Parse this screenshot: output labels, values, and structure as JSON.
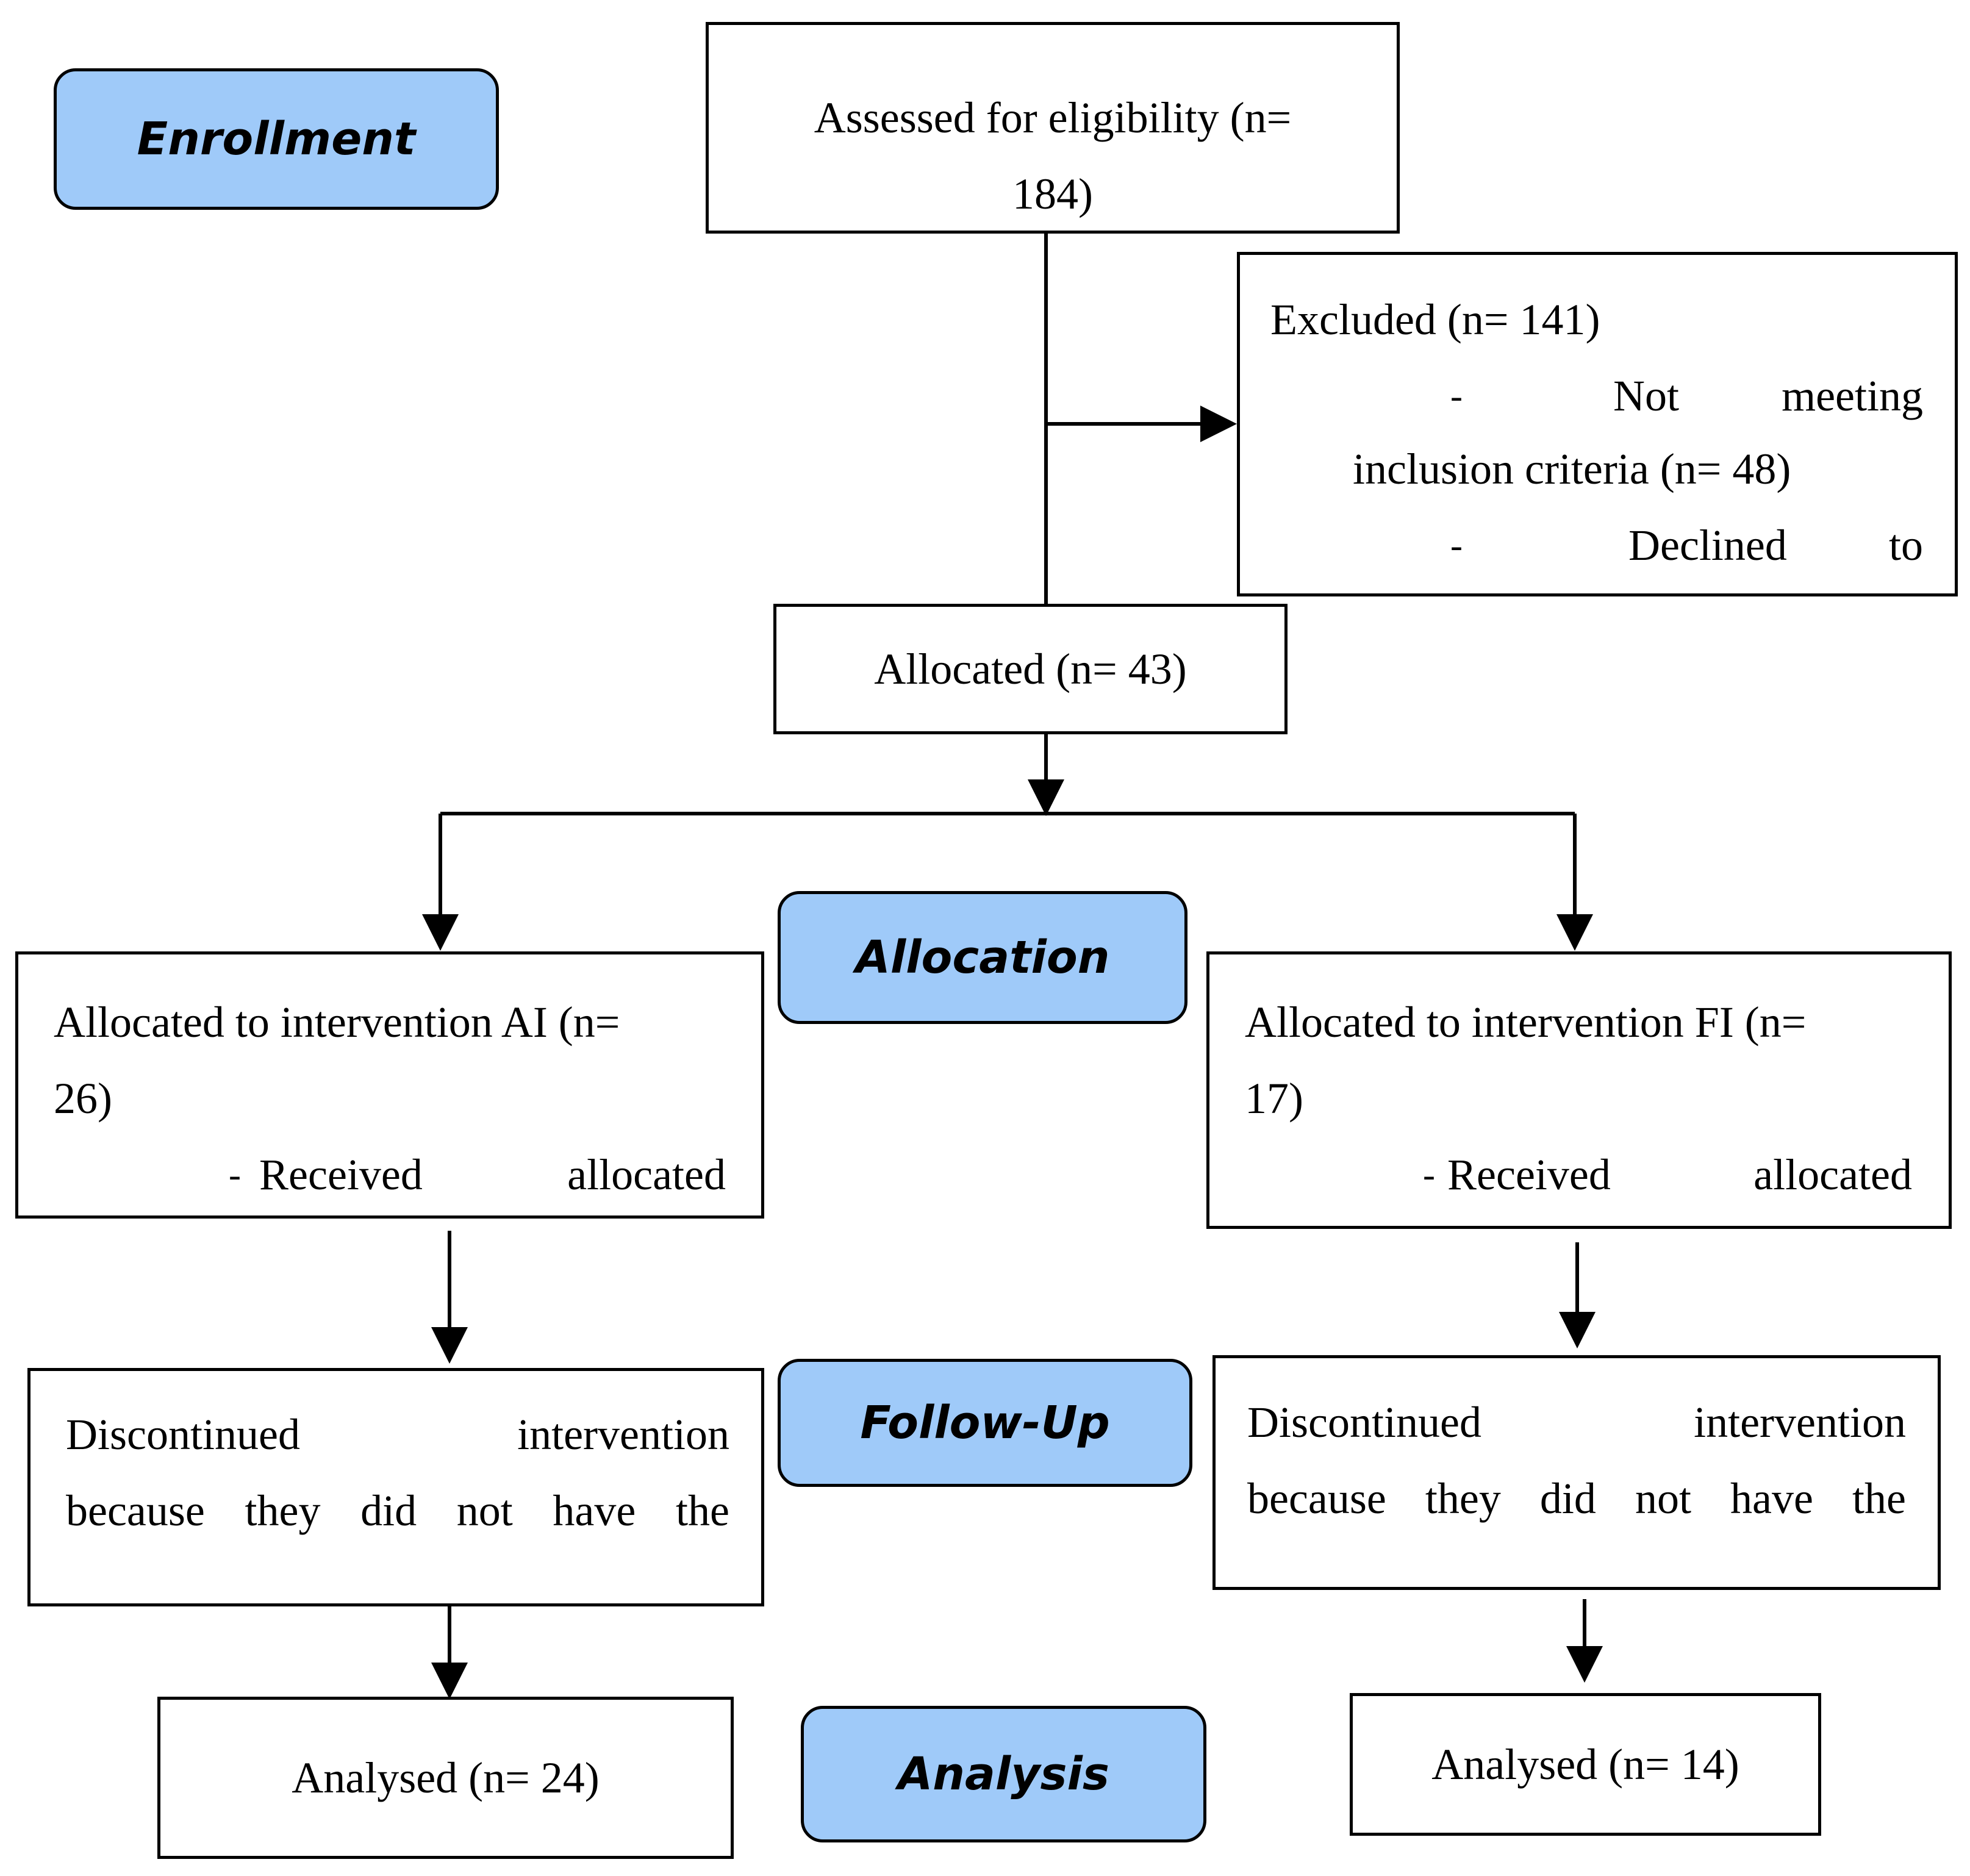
{
  "stages": {
    "enrollment": "Enrollment",
    "allocation": "Allocation",
    "followup": "Follow-Up",
    "analysis": "Analysis"
  },
  "assessed": {
    "line1": "Assessed for eligibility (n=",
    "line2": "184)"
  },
  "excluded": {
    "title": "Excluded (n= 141)",
    "bullet": "-",
    "item1_word1": "Not",
    "item1_word2": "meeting",
    "item1_line2": "inclusion criteria (n= 48)",
    "item2_word1": "Declined",
    "item2_word2": "to"
  },
  "allocated": {
    "label": "Allocated (n= 43)"
  },
  "arm_ai": {
    "line1": "Allocated to intervention AI (n=",
    "line2": "26)",
    "bullet": "-",
    "word1": "Received",
    "word2": "allocated"
  },
  "arm_fi": {
    "line1": "Allocated to intervention FI (n=",
    "line2": "17)",
    "bullet": "-",
    "word1": "Received",
    "word2": "allocated"
  },
  "discontinued_ai": {
    "word1": "Discontinued",
    "word2": "intervention",
    "line2": [
      "because",
      "they",
      "did",
      "not",
      "have",
      "the"
    ]
  },
  "discontinued_fi": {
    "word1": "Discontinued",
    "word2": "intervention",
    "line2": [
      "because",
      "they",
      "did",
      "not",
      "have",
      "the"
    ]
  },
  "analysed_ai": {
    "label": "Analysed (n= 24)"
  },
  "analysed_fi": {
    "label": "Analysed (n= 14)"
  }
}
